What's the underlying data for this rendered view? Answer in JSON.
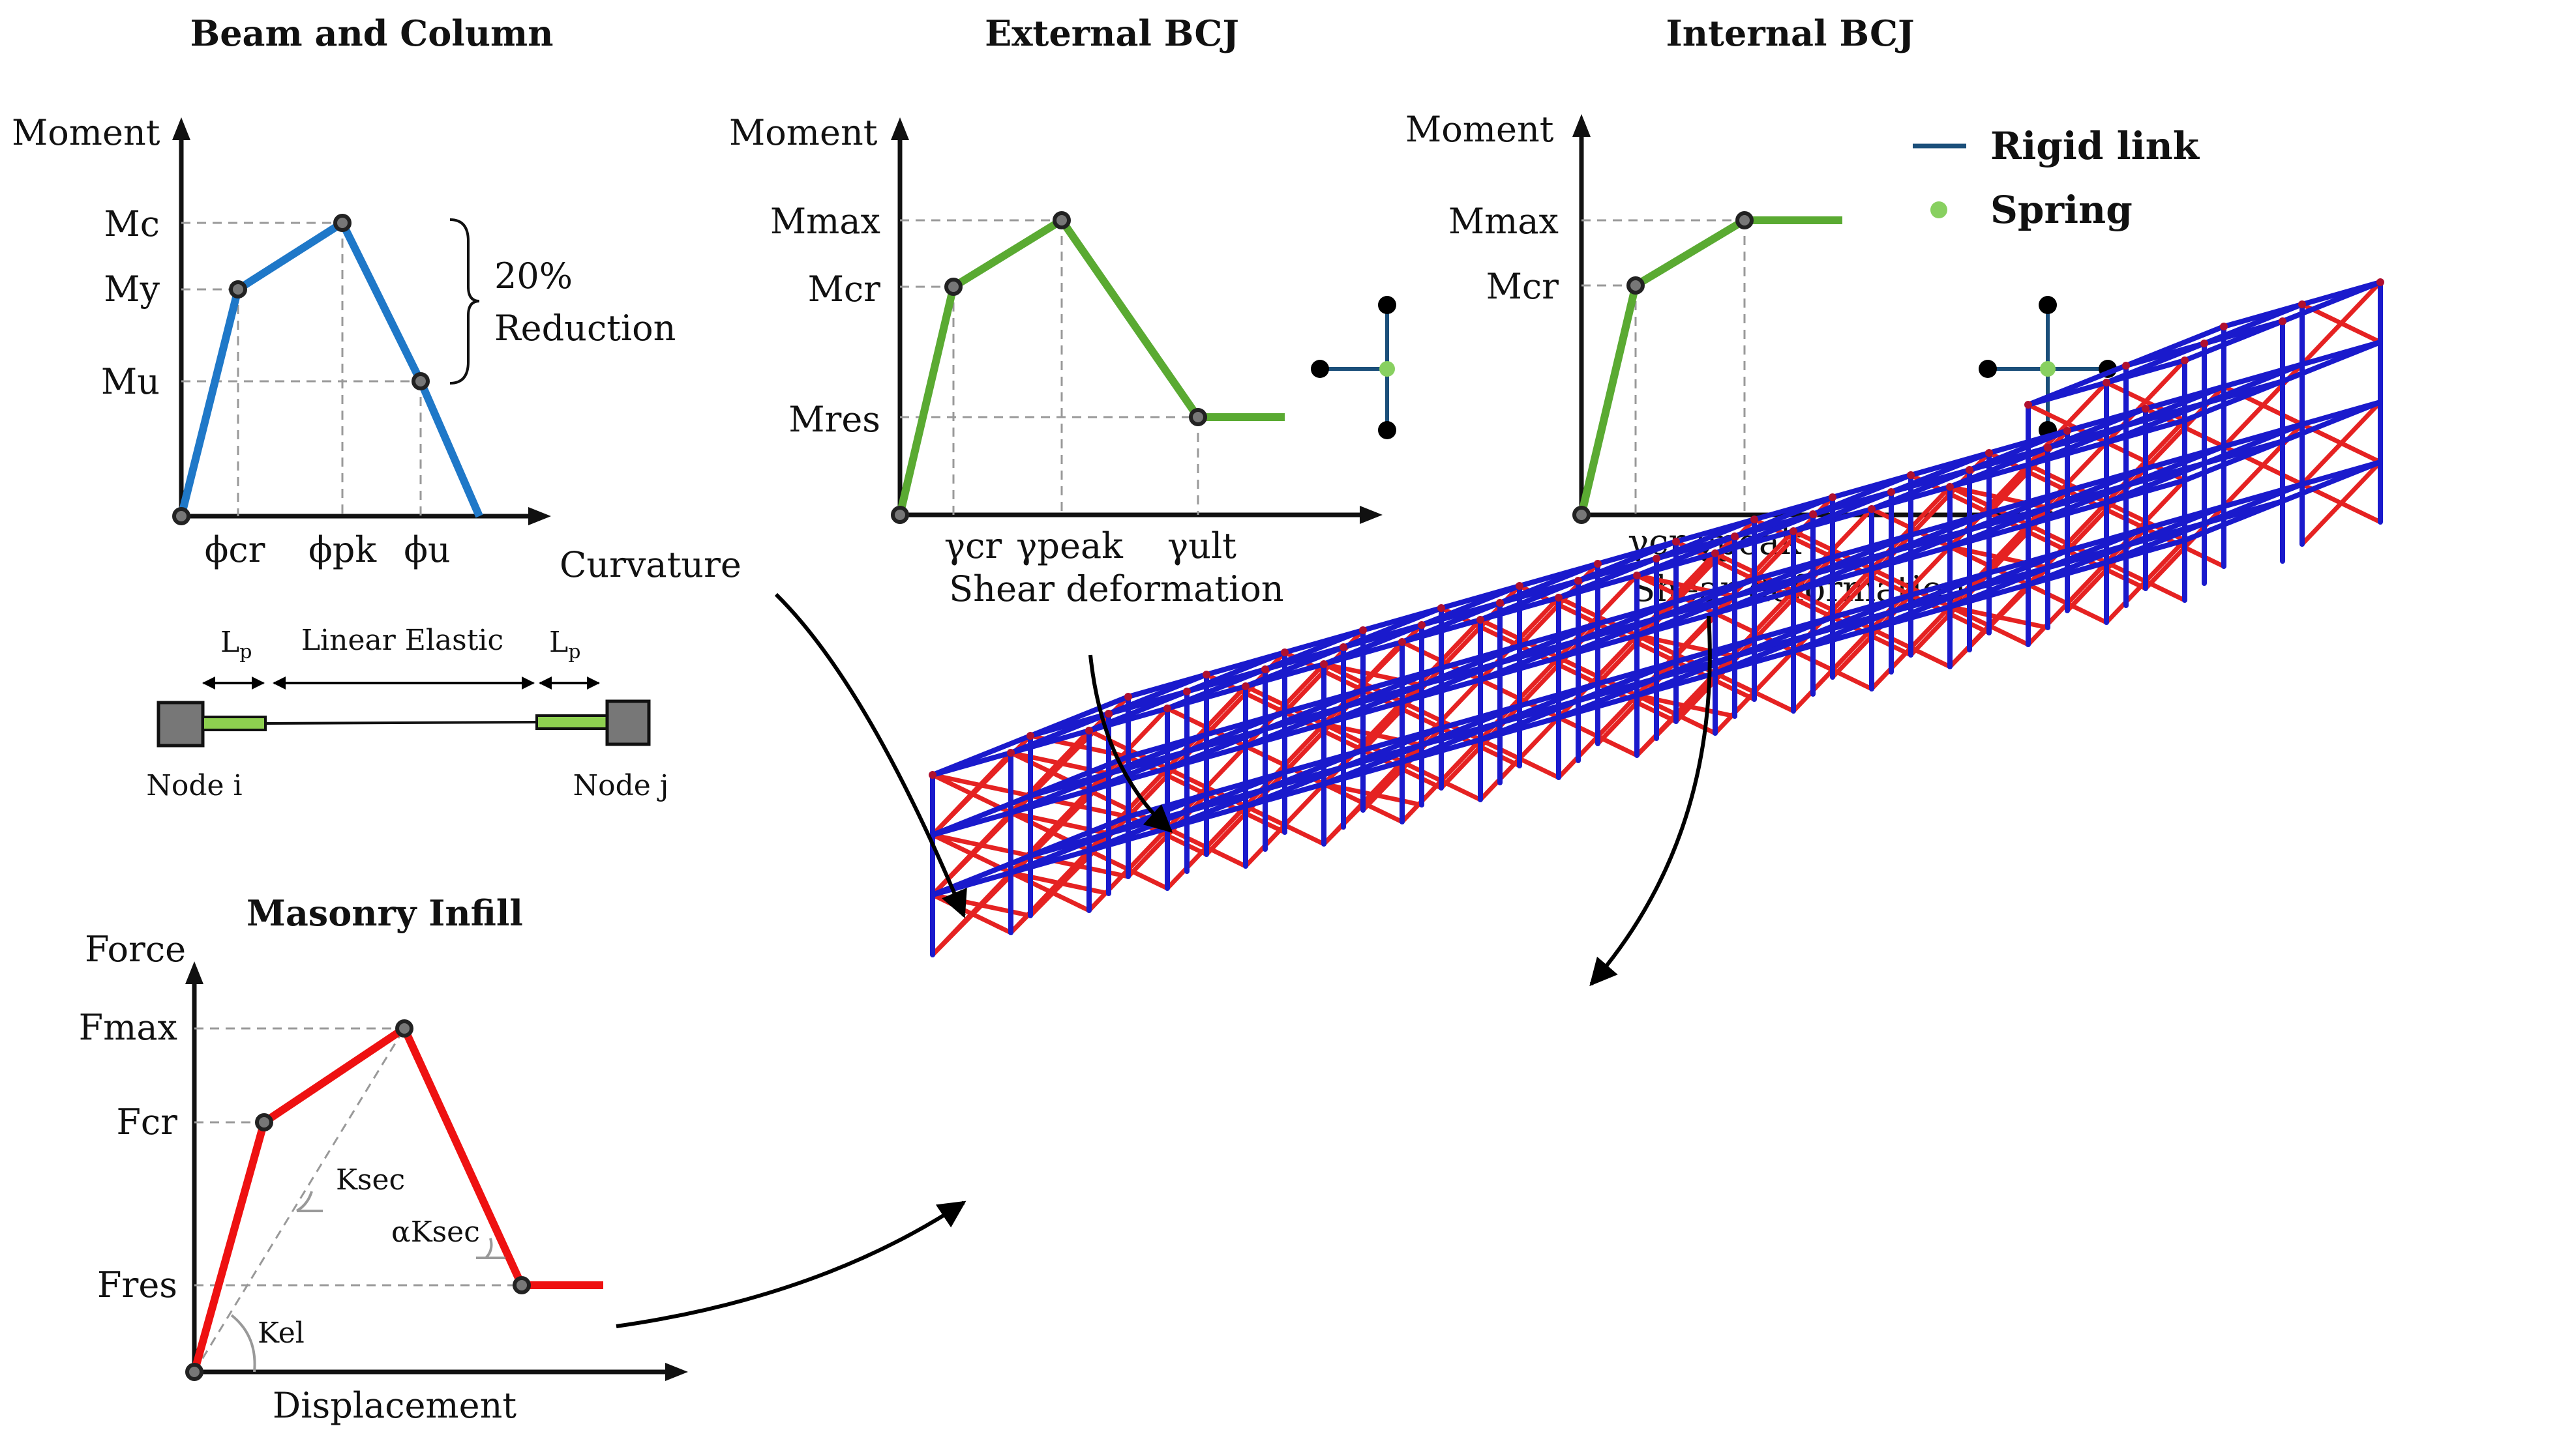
{
  "colors": {
    "beam_curve": "#1f78c8",
    "bcj_curve": "#5aaa32",
    "infill_curve": "#ee1111",
    "frame_blue": "#1a1acc",
    "frame_red": "#e52222",
    "rigid_link": "#1b4f7a",
    "spring": "#88d060",
    "point_fill": "#777777"
  },
  "beam_column": {
    "title": "Beam and Column",
    "y_axis": "Moment",
    "x_axis": "Curvature",
    "y_ticks": [
      "Mc",
      "My",
      "Mu"
    ],
    "x_ticks": [
      "ϕcr",
      "ϕpk",
      "ϕu"
    ],
    "reduction_line1": "20%",
    "reduction_line2": "Reduction",
    "element": {
      "lp_left": "L",
      "lp_sub": "p",
      "lp_right": "L",
      "linear_elastic": "Linear Elastic",
      "node_i": "Node i",
      "node_j": "Node j"
    }
  },
  "external_bcj": {
    "title": "External BCJ",
    "y_axis": "Moment",
    "x_axis": "Shear deformation",
    "y_ticks": [
      "Mmax",
      "Mcr",
      "Mres"
    ],
    "x_ticks": [
      "γcr",
      "γpeak",
      "γult"
    ]
  },
  "internal_bcj": {
    "title": "Internal BCJ",
    "y_axis": "Moment",
    "x_axis": "Shear deformation",
    "y_ticks": [
      "Mmax",
      "Mcr"
    ],
    "x_ticks": [
      "γcr",
      "γpeak"
    ]
  },
  "legend": {
    "rigid_link": "Rigid link",
    "spring": "Spring"
  },
  "masonry_infill": {
    "title": "Masonry Infill",
    "y_axis": "Force",
    "x_axis": "Displacement",
    "y_ticks": [
      "Fmax",
      "Fcr",
      "Fres"
    ],
    "stiffness_labels": [
      "Ksec",
      "αKsec",
      "Kel"
    ]
  }
}
